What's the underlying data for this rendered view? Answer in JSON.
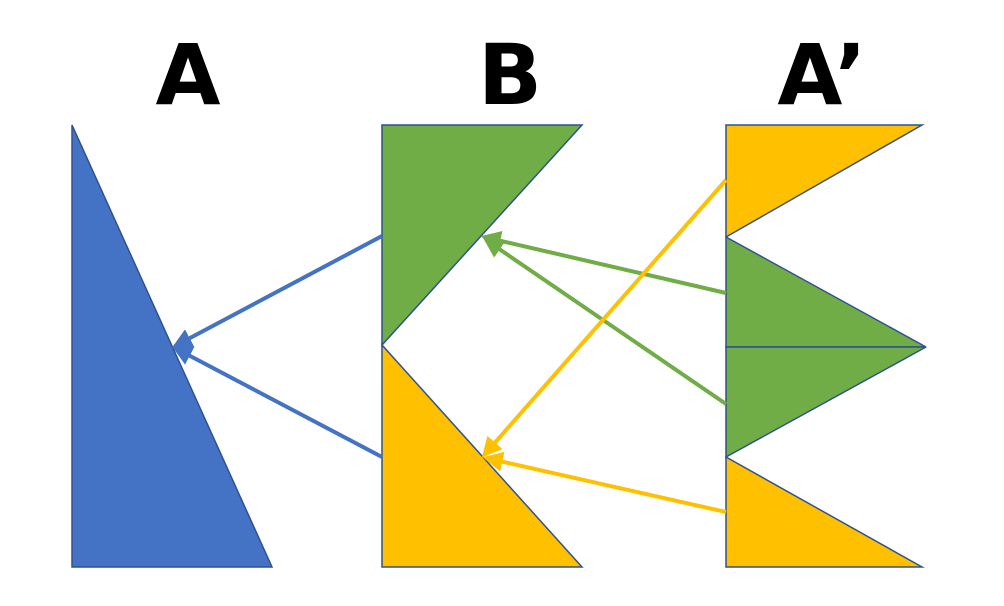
{
  "labels": {
    "a": "A",
    "b": "B",
    "a_prime": "A’"
  },
  "colors": {
    "blue": "#4472c4",
    "green": "#70ad47",
    "yellow": "#ffc000",
    "outline": "#2f528f"
  }
}
